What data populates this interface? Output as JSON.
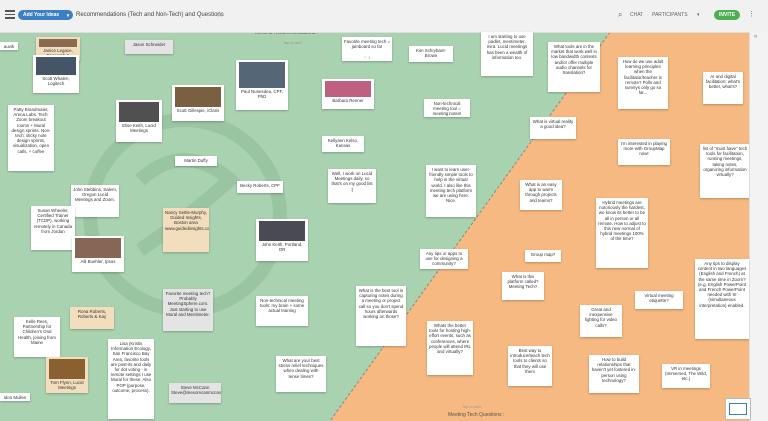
{
  "topbar": {
    "add_button": "Add Your Ideas",
    "add_caret": "▾",
    "board_title": "Recommendations (Tech and Non-Tech) and Questions",
    "star": "☆",
    "search_icon": "⌕",
    "chat": "CHAT",
    "participants": "PARTICIPANTS",
    "participants_caret": "▾",
    "invite": "INVITE",
    "more_icon": "⋮"
  },
  "colors": {
    "green_zone": "#a9d2b0",
    "orange_zone": "#f6b981",
    "topbar": "#f1f1f1",
    "accent": "#3b7fc4",
    "invite": "#4caf50"
  },
  "zones": {
    "top_title": "Intros & Recommendations :",
    "top_hint": "Tap to add",
    "bottom_title": "Meeting Tech Questions :",
    "bottom_hint": "Tap to add"
  },
  "right_panel": {
    "collapse": "«"
  },
  "notes": [
    {
      "text": "Janice Legace, Research & Innovation",
      "votes": "",
      "style": "beige"
    },
    {
      "text": "Jason Schneider",
      "votes": "",
      "style": "gray"
    },
    {
      "text": "Favorite meeting tech = jamboard so far",
      "votes": "♡ 1",
      "style": "white"
    },
    {
      "text": "Kim Schrybant-Brown",
      "votes": "",
      "style": "white"
    },
    {
      "text": "I am starting to use padlet, mentimeter, mira. Lucid meetings has been a wealth of information too.",
      "votes": "",
      "style": "white"
    },
    {
      "text": "What tools are in the market that work well in low bandwidth contexts and/or offer multiple audio channels for translation?",
      "votes": "",
      "style": "white"
    },
    {
      "text": "How do we use adult learning principles when the facilitator/teacher is remote? Polls and surveys only go so far...",
      "votes": "",
      "style": "white"
    },
    {
      "text": "AI and digital facilitation: what's better, what's?",
      "votes": "",
      "style": "white"
    },
    {
      "text": "Scott Whalen, Logitech",
      "votes": "",
      "style": "white"
    },
    {
      "text": "Scott Gillespie, iClaris",
      "votes": "",
      "style": "white"
    },
    {
      "text": "Paul Nunesdea, CPF, PhD",
      "votes": "",
      "style": "white"
    },
    {
      "text": "Barbara Renner",
      "votes": "",
      "style": "white"
    },
    {
      "text": "Non-technical meeting tool = meeting notes!",
      "votes": "♡ 1",
      "style": "white"
    },
    {
      "text": "Patty Brandmaier, Arena Labs. Tech: Zoom breakout rooms + Mural design sprints. Non-tech: sticky note design sprints, visualization, open calls, + coffee",
      "votes": "",
      "style": "white"
    },
    {
      "text": "Elise Keith, Lucid Meetings",
      "votes": "",
      "style": "white"
    },
    {
      "text": "What is virtual reality a good idea?",
      "votes": "",
      "style": "white"
    },
    {
      "text": "I'm interested in playing more with GroupMap now!",
      "votes": "",
      "style": "white"
    },
    {
      "text": "list of \"must have\" tech tools for facilitation, running meetings, taking notes, organizing information virtually?",
      "votes": "",
      "style": "white"
    },
    {
      "text": "Martin Duffy",
      "votes": "",
      "style": "white"
    },
    {
      "text": "Kellyann Kelso, Kansas",
      "votes": "",
      "style": "white"
    },
    {
      "text": "Becky Roberts, CPF",
      "votes": "",
      "style": "white"
    },
    {
      "text": "Well, I work on Lucid Meetings daily, so that's on my good list :)",
      "votes": "",
      "style": "white"
    },
    {
      "text": "I want to learn user-friendly simple tools to help in the virtual world. I also like this meeting tech platform we are using here. Nice.",
      "votes": "",
      "style": "white"
    },
    {
      "text": "What is an easy app to warm through projects and teams?",
      "votes": "",
      "style": "white"
    },
    {
      "text": "John Stebbins, Salem, Oregon Lucid Meetings and Zoom.",
      "votes": "",
      "style": "white"
    },
    {
      "text": "Susan Wheeler, Certified Trainer (TCDP), working remotely in Canada from Jordan",
      "votes": "",
      "style": "white"
    },
    {
      "text": "Nancy Settle-Murphy, Guided Insights, Boston area www.guidedinsights.com",
      "votes": "",
      "style": "beige"
    },
    {
      "text": "John Keith, Portland, OR",
      "votes": "",
      "style": "white"
    },
    {
      "text": "Hybrid meetings are notoriously the hardest, we know its better to be all in person or all remote. How to adjust to this new normal of hybrid meetings 100% of the time?",
      "votes": "",
      "style": "white"
    },
    {
      "text": "Any tips to display content in two languages (English and French) at the same time in Zoom? (e.g. English PowerPoint and French PowerPoint needed with SI (simultaneous interpretation) enabled.",
      "votes": "",
      "style": "white"
    },
    {
      "text": "Alli Buehler, Ipsos",
      "votes": "",
      "style": "white"
    },
    {
      "text": "Any tips or apps to use for designing a community?",
      "votes": "",
      "style": "white"
    },
    {
      "text": "Group map?",
      "votes": "",
      "style": "white"
    },
    {
      "text": "What is this platform called? Meeting Tech?",
      "votes": "",
      "style": "white"
    },
    {
      "text": "Favorite meeting tech? Probably MeetingSphere.com. Just starting to use Mural and Mentimeter.",
      "votes": "",
      "style": "gray"
    },
    {
      "text": "Non-technical meeting tools: my brain + some actual training",
      "votes": "",
      "style": "white"
    },
    {
      "text": "What is the best tool in capturing notes during a meeting or project call so you don't spend hours afterwards working on those?",
      "votes": "",
      "style": "white"
    },
    {
      "text": "Virtual meeting etiquette?",
      "votes": "",
      "style": "white"
    },
    {
      "text": "Great and inexpensive lighting for video calls?",
      "votes": "",
      "style": "white"
    },
    {
      "text": "Kelle Rees, Partnership for Children's Oral Health, joining from Maine",
      "votes": "",
      "style": "white"
    },
    {
      "text": "Rona Roberts, Roberts & Kay",
      "votes": "",
      "style": "beige"
    },
    {
      "text": "Whats the better tools for hosting high-effort events, such as conferences, where people will attend IRL and virtually?",
      "votes": "",
      "style": "white"
    },
    {
      "text": "Lisa (Kristis Information Ecology, San Francisco Bay Area, favorite tools are post-its and daily for dot voting - in remote settings I use Mural for these. Also POP (purpose, outcome, process).",
      "votes": "",
      "style": "white"
    },
    {
      "text": "Best way to introduce/teach tech tools to clients so that they will use them",
      "votes": "",
      "style": "white"
    },
    {
      "text": "How to build relationships that haven't yet fostered in-person using technology?",
      "votes": "",
      "style": "white"
    },
    {
      "text": "VR in meetings (Immersed, The Wild, etc.)",
      "votes": "",
      "style": "white"
    },
    {
      "text": "Tom Flynn, Lucid Meetings",
      "votes": "",
      "style": "beige"
    },
    {
      "text": "What are your best stress relief techniques when dealing with tense times?",
      "votes": "",
      "style": "white"
    },
    {
      "text": "Steve McCann Steve@mexomcanmccann",
      "votes": "",
      "style": "gray"
    },
    {
      "text": "auvik",
      "votes": "",
      "style": "white"
    },
    {
      "text": "Idon Mullen",
      "votes": "",
      "style": "white"
    }
  ]
}
